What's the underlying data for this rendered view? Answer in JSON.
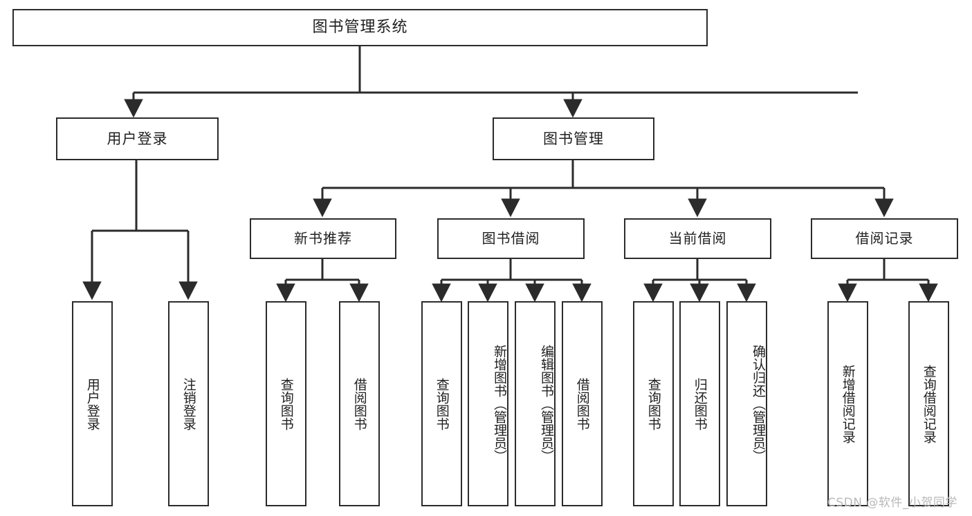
{
  "diagram": {
    "type": "tree",
    "title": "图书管理系统",
    "root": {
      "label": "图书管理系统"
    },
    "level2": [
      {
        "label": "用户登录"
      },
      {
        "label": "图书管理"
      }
    ],
    "level3": [
      {
        "label": "新书推荐"
      },
      {
        "label": "图书借阅"
      },
      {
        "label": "当前借阅"
      },
      {
        "label": "借阅记录"
      }
    ],
    "leaves": {
      "user_login": [
        {
          "label": "用户登录"
        },
        {
          "label": "注销登录"
        }
      ],
      "new_book_recommend": [
        {
          "label": "查询图书"
        },
        {
          "label": "借阅图书"
        }
      ],
      "book_borrow": [
        {
          "label": "查询图书"
        },
        {
          "label": "新增图书（管理员）"
        },
        {
          "label": "编辑图书（管理员）"
        },
        {
          "label": "借阅图书"
        }
      ],
      "current_borrow": [
        {
          "label": "查询图书"
        },
        {
          "label": "归还图书"
        },
        {
          "label": "确认归还（管理员）"
        }
      ],
      "borrow_record": [
        {
          "label": "新增借阅记录"
        },
        {
          "label": "查询借阅记录"
        }
      ]
    }
  },
  "watermark": {
    "text": "CSDN @软件_小贺同学"
  },
  "colors": {
    "stroke": "#2b2b2b",
    "background": "#ffffff",
    "text": "#1f1f1f",
    "watermark": "#b9b9b9"
  }
}
